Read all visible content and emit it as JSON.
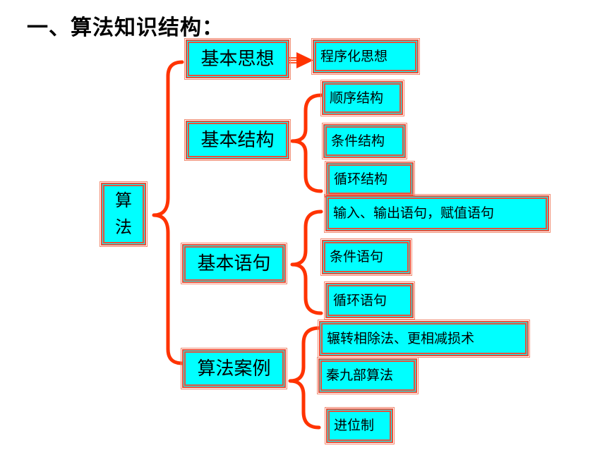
{
  "title": "一、算法知识结构：",
  "root": {
    "line1": "算",
    "line2": "法"
  },
  "categories": [
    {
      "label": "基本思想",
      "children": [
        "程序化思想"
      ]
    },
    {
      "label": "基本结构",
      "children": [
        "顺序结构",
        "条件结构",
        "循环结构"
      ]
    },
    {
      "label": "基本语句",
      "children": [
        "输入、输出语句，赋值语句",
        "条件语句",
        "循环语句"
      ]
    },
    {
      "label": "算法案例",
      "children": [
        "辗转相除法、更相减损术",
        "秦九部算法",
        "进位制"
      ]
    }
  ],
  "colors": {
    "box_fill": "#00ffff",
    "border": "#e8503a",
    "brace": "#ff3300"
  }
}
